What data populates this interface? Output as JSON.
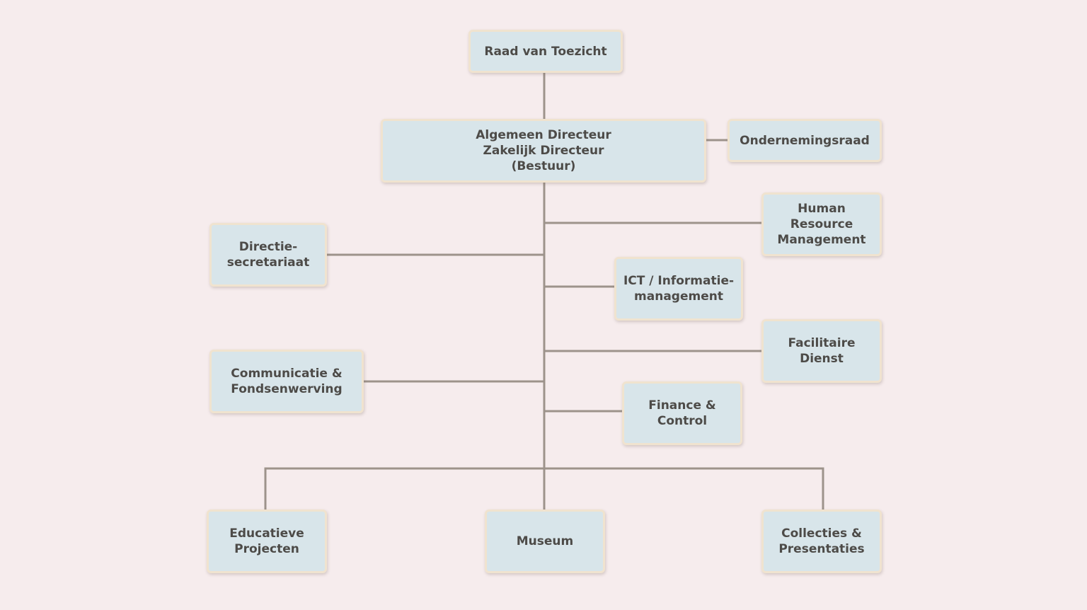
{
  "colors": {
    "background": "#f6eced",
    "box_fill": "#d8e5ea",
    "box_border": "#f0e3cf",
    "text": "#4d4b48",
    "connector": "#9d938b"
  },
  "org_chart": {
    "raad": "Raad van Toezicht",
    "bestuur": "Algemeen Directeur\nZakelijk Directeur\n(Bestuur)",
    "ondernemingsraad": "Ondernemingsraad",
    "hrm": "Human\nResource\nManagement",
    "secretariaat": "Directie-\nsecretariaat",
    "ict": "ICT / Informatie-\nmanagement",
    "facilitair": "Facilitaire\nDienst",
    "communicatie": "Communicatie &\nFondsenwerving",
    "finance": "Finance &\nControl",
    "educatie": "Educatieve\nProjecten",
    "museum": "Museum",
    "collecties": "Collecties &\nPresentaties"
  }
}
